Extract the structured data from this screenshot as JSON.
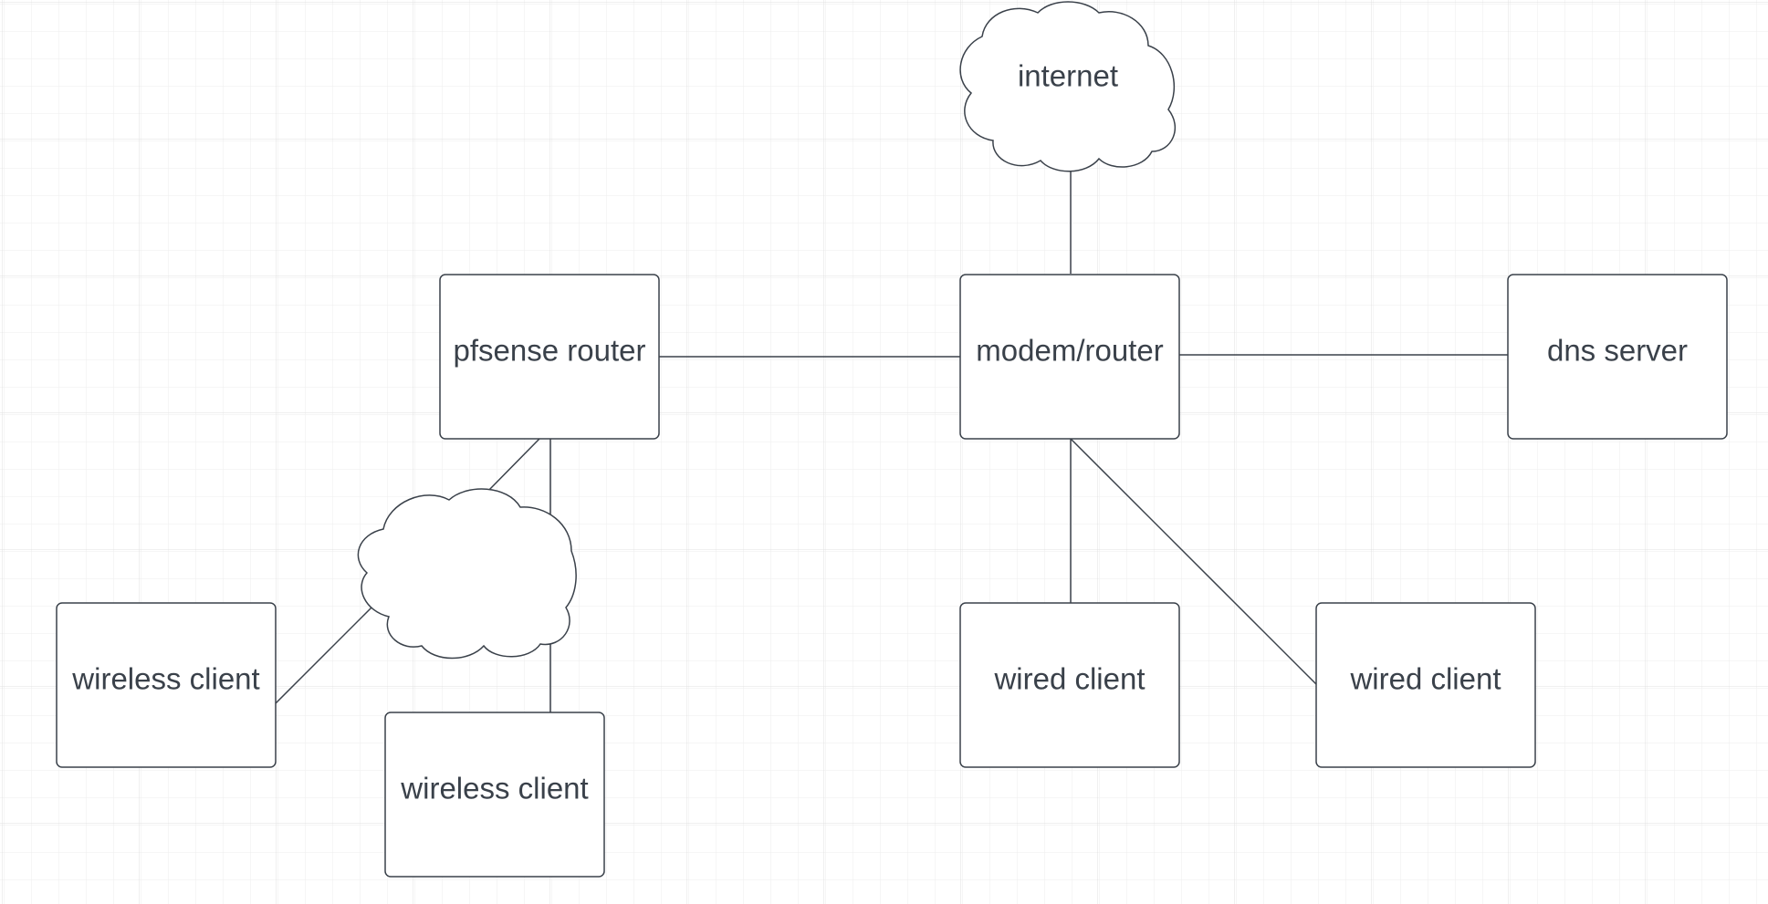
{
  "colors": {
    "background": "#ffffff",
    "grid_minor": "#eeeeee",
    "grid_major": "#e2e2e2",
    "stroke": "#3a414a",
    "text": "#3a414a"
  },
  "nodes": {
    "internet": {
      "label": "internet",
      "shape": "cloud"
    },
    "pfsense_router": {
      "label": "pfsense router",
      "shape": "box"
    },
    "modem_router": {
      "label": "modem/router",
      "shape": "box"
    },
    "dns_server": {
      "label": "dns server",
      "shape": "box"
    },
    "wifi_cloud": {
      "label": "",
      "shape": "cloud"
    },
    "wireless_client_1": {
      "label": "wireless client",
      "shape": "box"
    },
    "wireless_client_2": {
      "label": "wireless client",
      "shape": "box"
    },
    "wired_client_1": {
      "label": "wired client",
      "shape": "box"
    },
    "wired_client_2": {
      "label": "wired client",
      "shape": "box"
    }
  },
  "edges": [
    {
      "from": "internet",
      "to": "modem_router"
    },
    {
      "from": "pfsense_router",
      "to": "modem_router"
    },
    {
      "from": "modem_router",
      "to": "dns_server"
    },
    {
      "from": "modem_router",
      "to": "wired_client_1"
    },
    {
      "from": "modem_router",
      "to": "wired_client_2"
    },
    {
      "from": "pfsense_router",
      "to": "wifi_cloud"
    },
    {
      "from": "wifi_cloud",
      "to": "wireless_client_1"
    },
    {
      "from": "pfsense_router",
      "to": "wireless_client_2"
    }
  ]
}
